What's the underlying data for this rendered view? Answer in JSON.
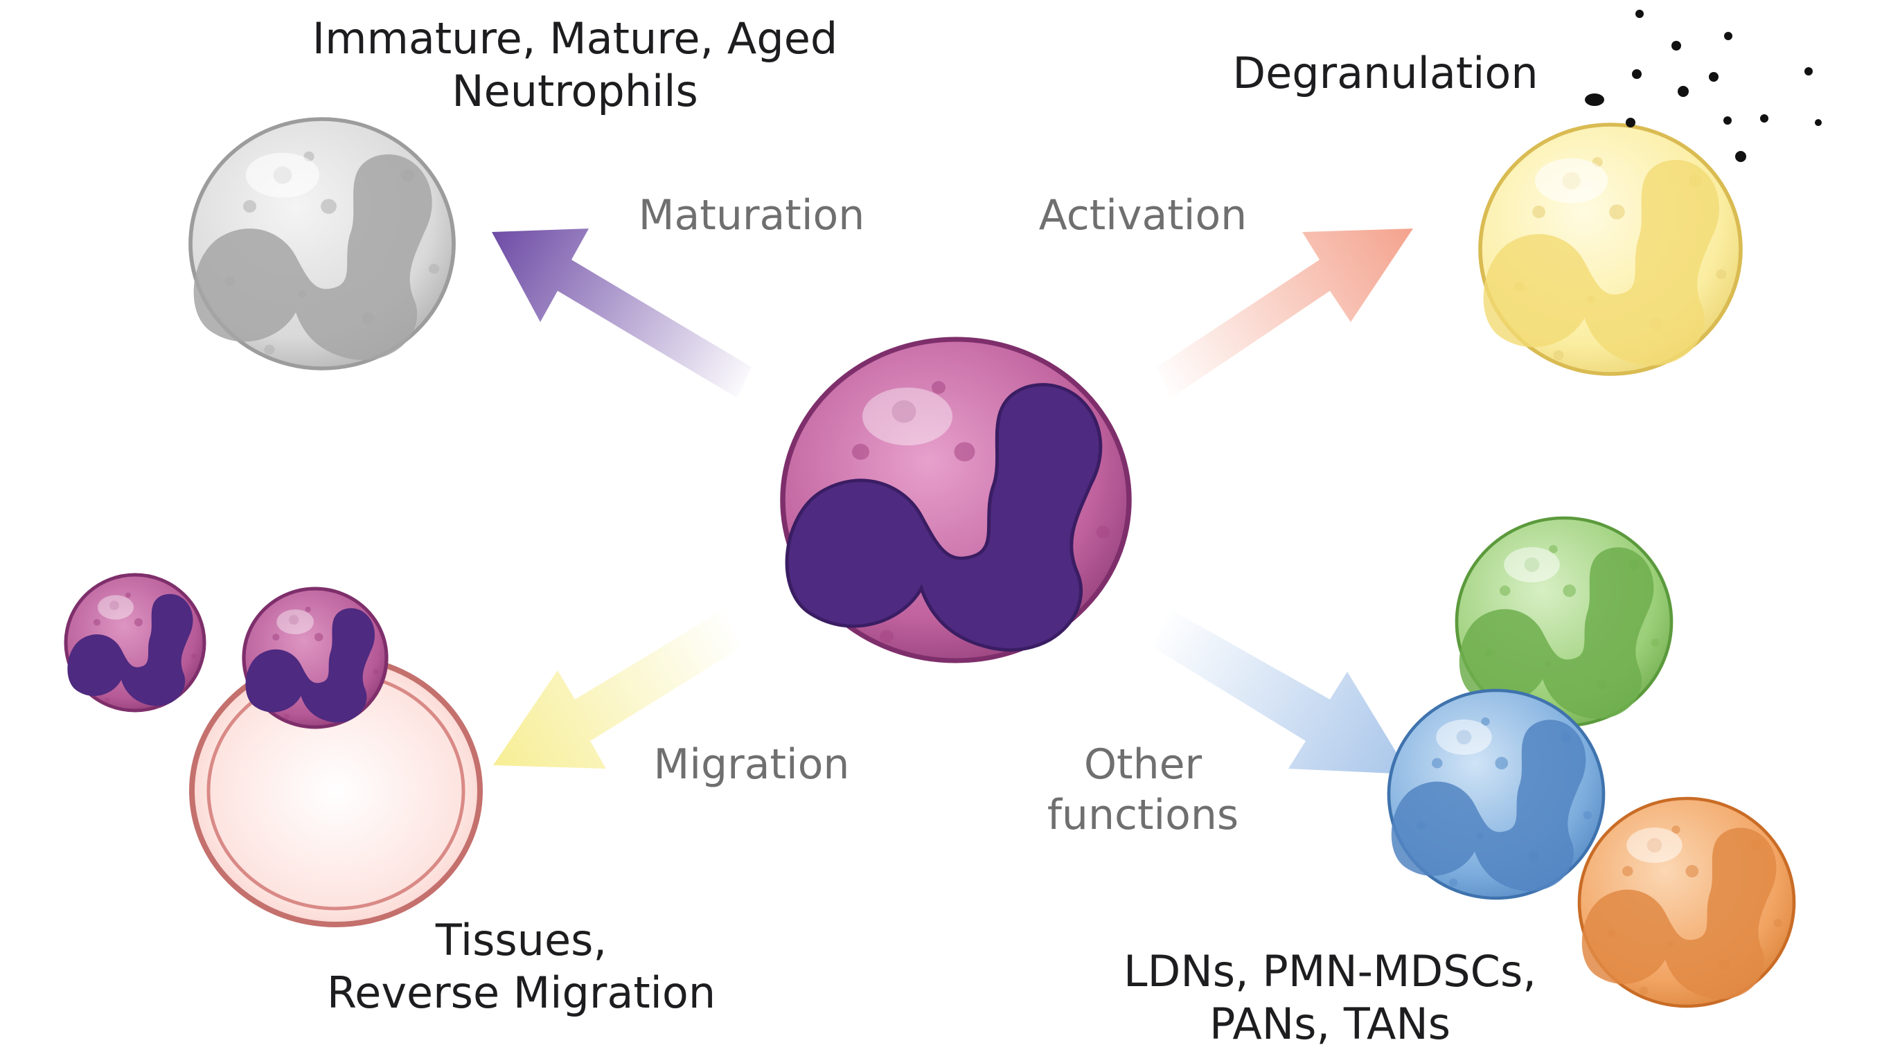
{
  "labels": {
    "top_left": [
      "Immature, Mature, Aged",
      "Neutrophils"
    ],
    "top_right": "Degranulation",
    "bottom_left": [
      "Tissues,",
      "Reverse Migration"
    ],
    "bottom_right": [
      "LDNs, PMN-MDSCs,",
      "PANs, TANs"
    ]
  },
  "arrows": {
    "maturation": "Maturation",
    "activation": "Activation",
    "migration": "Migration",
    "other": [
      "Other",
      "functions"
    ]
  },
  "colors": {
    "center_cell": "#c0629e",
    "nucleus": "#4e2a80",
    "aged_cell": "#d3d3d3",
    "degranulation_cell": "#f9ec9a",
    "green_cell": "#9bcf78",
    "blue_cell": "#7eaede",
    "orange_cell": "#f2a463",
    "vessel": "#f6c9c4",
    "maturation_arrow": "#6f4da6",
    "activation_arrow": "#f4a48f",
    "migration_arrow": "#f7ee95",
    "other_arrow": "#a9c6ea"
  }
}
